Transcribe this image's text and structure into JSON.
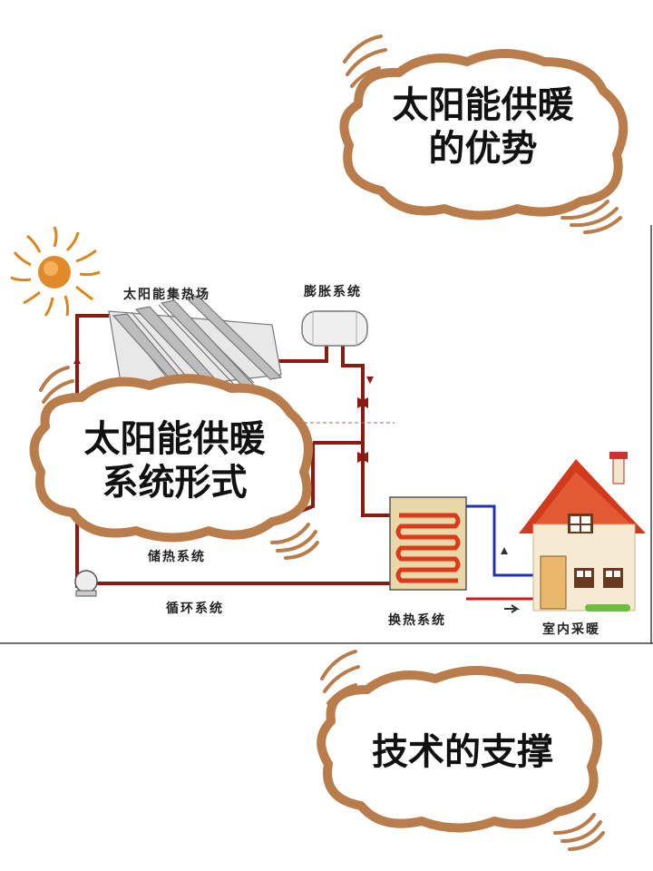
{
  "bubbles": {
    "top_right": {
      "line1": "太阳能供暖",
      "line2": "的优势"
    },
    "middle_left": {
      "line1": "太阳能供暖",
      "line2": "系统形式"
    },
    "bottom_right": {
      "line1": "技术的支撑"
    }
  },
  "diagram": {
    "labels": {
      "collector_field": "太阳能集热场",
      "expansion_system": "膨胀系统",
      "heat_storage": "储热系统",
      "circulation": "循环系统",
      "heat_exchange": "换热系统",
      "indoor_heating": "室内采暖"
    },
    "colors": {
      "pipe": "#8b1a12",
      "hot_line": "#d01818",
      "cold_line": "#2030b0",
      "bubble_outline": "#b87d4b"
    }
  }
}
